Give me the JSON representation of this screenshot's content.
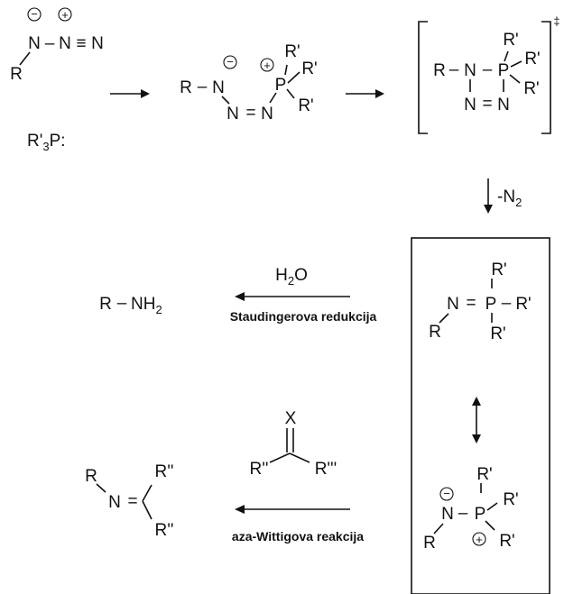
{
  "atoms": {
    "R": "R",
    "N": "N",
    "P": "P",
    "Rp": "R'",
    "Rpp": "R''",
    "Rppp": "R'''",
    "X": "X",
    "minus": "−",
    "plus": "+"
  },
  "bonds": {
    "single": "–",
    "double": "=",
    "triple": "≡"
  },
  "reagents": {
    "phosphine_r": "R'",
    "phosphine_sub": "3",
    "phosphine_p": "P:",
    "water_h": "H",
    "water_sub": "2",
    "water_o": "O",
    "n2_prefix": "-N",
    "n2_sub": "2",
    "dagger": "‡"
  },
  "products": {
    "amine_r": "R",
    "amine_nh": "NH",
    "amine_sub": "2"
  },
  "labels": {
    "staudinger": "Staudingerova redukcija",
    "aza_wittig": "aza-Wittigova reakcija"
  }
}
